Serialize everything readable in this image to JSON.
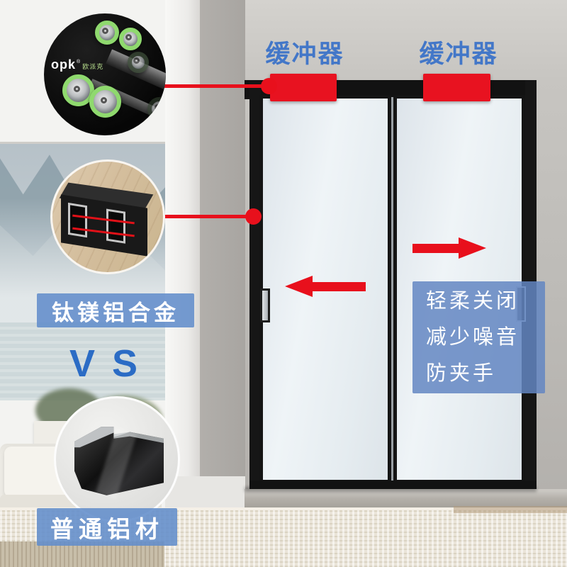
{
  "brand": {
    "logo_text": "opk",
    "logo_mark": "®",
    "logo_cn": "欧派克"
  },
  "labels": {
    "buffer_left": "缓冲器",
    "buffer_right": "缓冲器",
    "alloy": "钛镁铝合金",
    "vs": "VS",
    "ordinary": "普通铝材",
    "feature_line1": "轻柔关闭",
    "feature_line2": "减少噪音",
    "feature_line3": "防夹手"
  },
  "colors": {
    "accent_red": "#e8101c",
    "callout_text_blue": "#4377c8",
    "info_box_blue": "#628dcb",
    "vs_blue": "#2b6cc5",
    "door_frame_black": "#141414",
    "roller_green": "#8fd96e"
  }
}
